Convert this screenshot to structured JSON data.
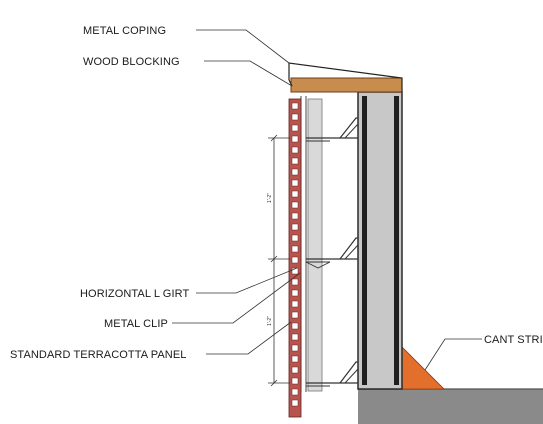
{
  "labels": {
    "metal_coping": "METAL COPING",
    "wood_blocking": "WOOD BLOCKING",
    "horizontal_l_girt": "HORIZONTAL L GIRT",
    "metal_clip": "METAL CLIP",
    "standard_terracotta_panel": "STANDARD TERRACOTTA PANEL",
    "cant_strip": "CANT STRIP"
  },
  "dimensions": {
    "upper_spacing": "1'-2\"",
    "lower_spacing": "1'-2\""
  },
  "colors": {
    "terracotta": "#b8544e",
    "wood": "#c98c4f",
    "cant_strip": "#e2702c",
    "wall": "#c8c8c8",
    "slab": "#8a8a8a",
    "panel_backing": "#d9d9d9"
  }
}
